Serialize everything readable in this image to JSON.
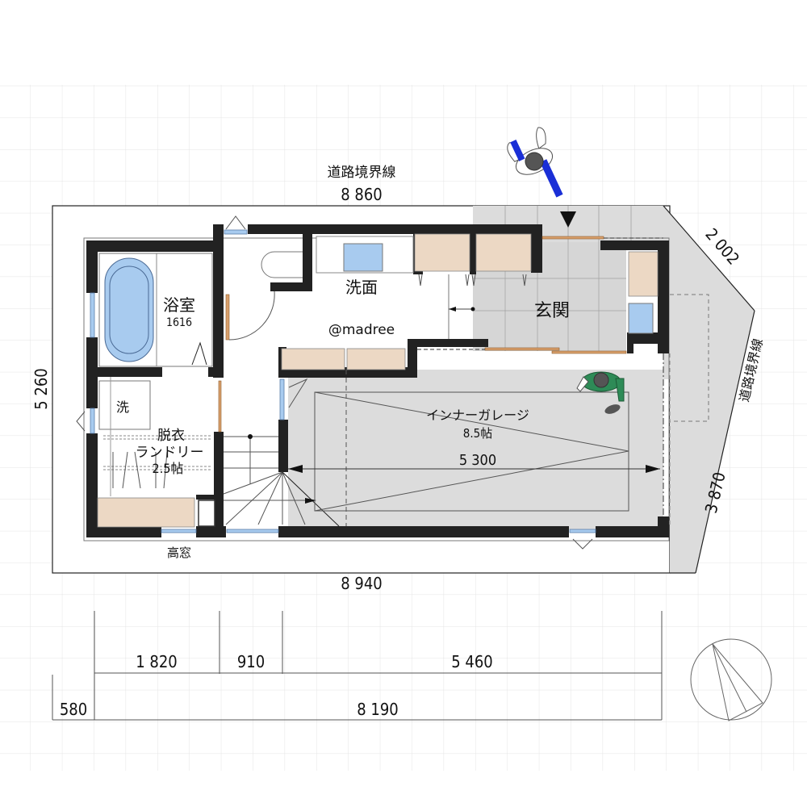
{
  "plan": {
    "watermark": "@madree",
    "rooms": {
      "bath": {
        "name": "浴室",
        "size": "1616"
      },
      "washroom": {
        "name": "洗面"
      },
      "entrance": {
        "name": "玄関"
      },
      "dressing": {
        "name1": "脱衣",
        "name2": "ランドリー",
        "area": "2.5帖"
      },
      "washer": {
        "label": "洗"
      },
      "garage": {
        "name": "インナーガレージ",
        "area": "8.5帖",
        "depth": "5 300"
      }
    },
    "labels": {
      "high_window": "高窓",
      "road_top": "道路境界線",
      "road_right": "道路境界線"
    },
    "dimensions": {
      "top": "8 860",
      "left": "5 260",
      "bottom": "8 940",
      "diag_upper": "2 002",
      "diag_lower": "3 870",
      "row1": [
        "1 820",
        "910",
        "5 460"
      ],
      "row2": [
        "580",
        "8 190"
      ]
    },
    "colors": {
      "wall": "#222222",
      "cabinet": "#ecd8c4",
      "window": "#a8cbef",
      "floor_gray": "#dcdcdc",
      "grid": "#e6e6e6",
      "person1_accent": "#1a2fd6",
      "person2_accent": "#2e8b57"
    }
  }
}
